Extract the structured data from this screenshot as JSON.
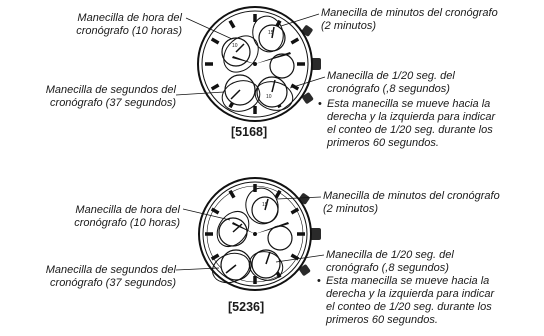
{
  "figure_1": {
    "model": "[5168]",
    "hour_hand": [
      "Manecilla de hora del",
      "cronógrafo (10 horas)"
    ],
    "seconds_hand": [
      "Manecilla de segundos del",
      "cronógrafo (37 segundos)"
    ],
    "minute_hand": [
      "Manecilla de minutos del cronógrafo",
      "(2 minutos)"
    ],
    "twentieth_hand": [
      "Manecilla de 1/20 seg. del",
      "cronógrafo (,8 segundos)"
    ],
    "note": [
      "Esta manecilla se mueve hacia la",
      "derecha y la izquierda para indicar",
      "el conteo de 1/20 seg. durante los",
      "primeros 60 segundos."
    ]
  },
  "figure_2": {
    "model": "[5236]",
    "hour_hand": [
      "Manecilla de hora del",
      "cronógrafo (10 horas)"
    ],
    "seconds_hand": [
      "Manecilla de segundos del",
      "cronógrafo (37 segundos)"
    ],
    "minute_hand": [
      "Manecilla de minutos del cronógrafo",
      "(2 minutos)"
    ],
    "twentieth_hand": [
      "Manecilla de 1/20 seg. del",
      "cronógrafo (,8 segundos)"
    ],
    "note": [
      "Esta manecilla se mueve hacia la",
      "derecha y la izquierda para indicar",
      "el conteo de 1/20 seg. durante los",
      "primeros 60 segundos."
    ]
  },
  "bullet_symbol": "•"
}
